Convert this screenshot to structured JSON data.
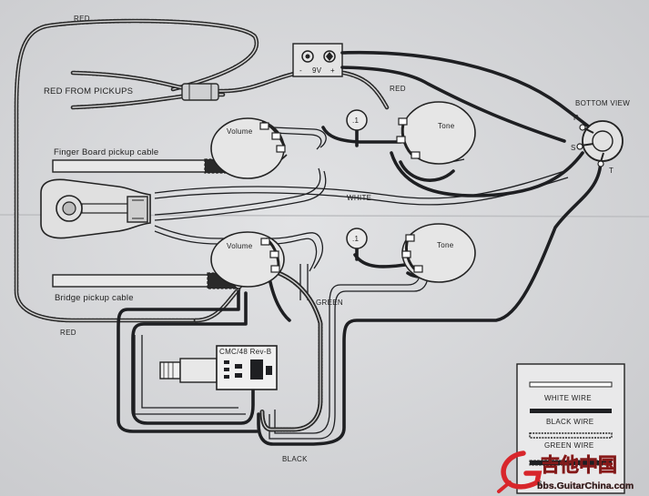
{
  "diagram": {
    "labels": {
      "red_top": "RED",
      "red_from_pickups": "RED FROM PICKUPS",
      "red_right": "RED",
      "red_bottom": "RED",
      "battery": "9V",
      "bottom_view": "BOTTOM VIEW",
      "jack_r": "R",
      "jack_s": "S",
      "jack_t": "T",
      "volume_top": "Volume",
      "tone_top": "Tone",
      "volume_bottom": "Volume",
      "tone_bottom": "Tone",
      "cap_top": ".1",
      "cap_bottom": ".1",
      "finger_board_cable": "Finger Board pickup cable",
      "bridge_cable": "Bridge pickup cable",
      "white": "WHITE",
      "green": "GREEN",
      "black": "BLACK",
      "preamp_text": "CMC/48 Rev-B"
    },
    "legend": {
      "white_wire": "WHITE WIRE",
      "black_wire": "BLACK WIRE",
      "green_wire": "GREEN WIRE",
      "partial": "B"
    },
    "watermark": {
      "brand_cn": "吉他中国",
      "url": "bbs.GuitarChina.com"
    }
  },
  "colors": {
    "paper": "#d9dadc",
    "ink": "#1e1f22",
    "shielded": "#6b6b6b",
    "watermark_red": "#d8262b"
  }
}
